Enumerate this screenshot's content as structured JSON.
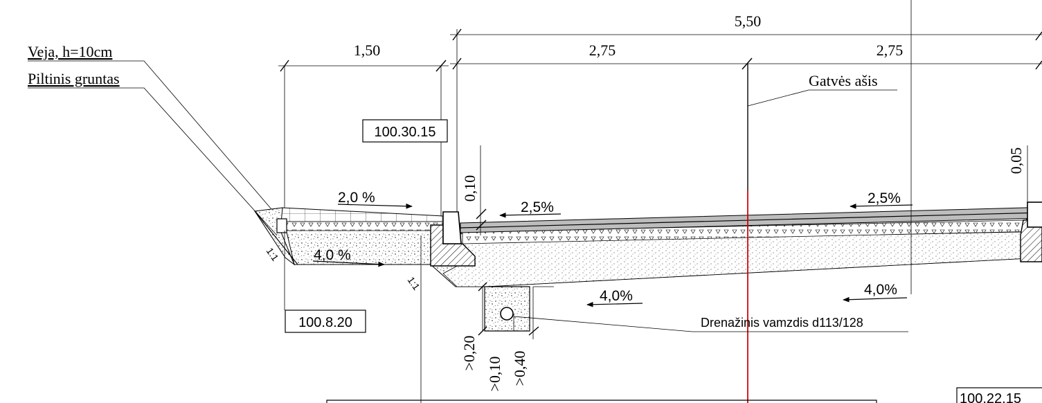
{
  "labels": {
    "lawn": "Veja, h=10cm",
    "fill_soil": "Piltinis gruntas",
    "street_axis": "Gatvės ašis",
    "drain_pipe": "Drenažinis vamzdis  d113/128"
  },
  "dimensions": {
    "total_width": "5,50",
    "left_verge": "1,50",
    "left_lane": "2,75",
    "right_lane": "2,75",
    "left_curb_height": "0,10",
    "right_curb_height": "0,05",
    "trench_depth": ">0,20",
    "pipe_bedding": ">0,10",
    "trench_width": ">0,40"
  },
  "slopes": {
    "verge_surface": "2,0 %",
    "verge_base": "4,0 %",
    "lane_left": "2,5%",
    "lane_right": "2,5%",
    "base_left": "4,0%",
    "base_right": "4,0%",
    "embankment_left": "1:1",
    "embankment_right": "1:1"
  },
  "references": {
    "ref_curb": "100.30.15",
    "ref_verge": "100.8.20",
    "ref_right": "100.22.15"
  },
  "colors": {
    "line": "#000000",
    "axis": "#e00000",
    "hatch_fill": "#000000",
    "asphalt": "#8a8a8a"
  }
}
